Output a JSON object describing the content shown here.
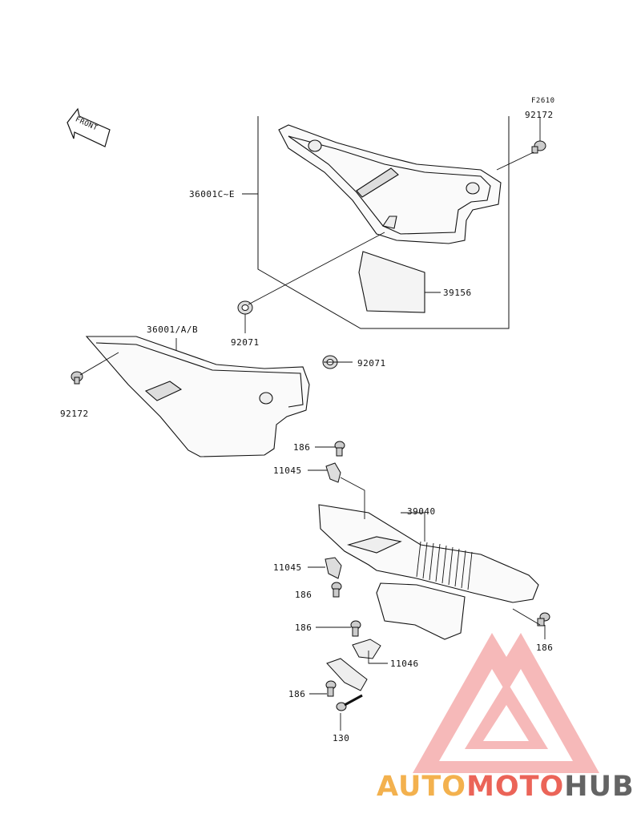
{
  "diagram": {
    "figure_code": "F2610",
    "front_label": "FRONT",
    "parts": {
      "p_92172_top": "92172",
      "p_36001c": "36001C~E",
      "p_39156": "39156",
      "p_92071_left": "92071",
      "p_36001": "36001/A/B",
      "p_92071_right": "92071",
      "p_92172_left": "92172",
      "p_186_a": "186",
      "p_11045_a": "11045",
      "p_39040": "39040",
      "p_11045_b": "11045",
      "p_186_b": "186",
      "p_186_c": "186",
      "p_11046": "11046",
      "p_186_d": "186",
      "p_186_e": "186",
      "p_130": "130"
    }
  },
  "watermark": {
    "auto": "AUTO",
    "moto": "MOTO",
    "hub": "HUB",
    "colors": {
      "orange": "#f2a93b",
      "red": "#e8493c",
      "gray": "#4a4a4a"
    }
  }
}
